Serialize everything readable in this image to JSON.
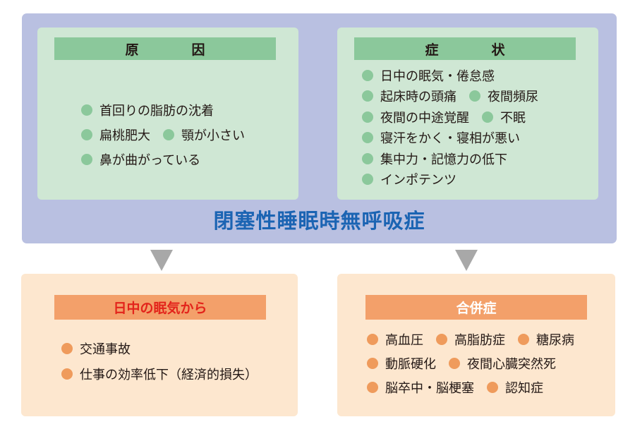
{
  "diagram": {
    "causes": {
      "title": "原　因",
      "rows": [
        [
          "首回りの脂肪の沈着"
        ],
        [
          "扁桃肥大",
          "顎が小さい"
        ],
        [
          "鼻が曲がっている"
        ]
      ]
    },
    "symptoms": {
      "title": "症　状",
      "rows": [
        [
          "日中の眠気・倦怠感"
        ],
        [
          "起床時の頭痛",
          "夜間頻尿"
        ],
        [
          "夜間の中途覚醒",
          "不眠"
        ],
        [
          "寝汗をかく・寝相が悪い"
        ],
        [
          "集中力・記憶力の低下"
        ],
        [
          "インポテンツ"
        ]
      ]
    },
    "main_title": "閉塞性睡眠時無呼吸症",
    "daytime": {
      "title": "日中の眠気から",
      "rows": [
        [
          "交通事故"
        ],
        [
          "仕事の効率低下（経済的損失）"
        ]
      ]
    },
    "complications": {
      "title": "合併症",
      "rows": [
        [
          "高血圧",
          "高脂肪症",
          "糖尿病"
        ],
        [
          "動脈硬化",
          "夜間心臓突然死"
        ],
        [
          "脳卒中・脳梗塞",
          "認知症"
        ]
      ]
    }
  },
  "colors": {
    "panel": "#b9c0e1",
    "green_box": "#cfe7d4",
    "green_accent": "#8bc89b",
    "orange_box": "#fde7cf",
    "orange_accent": "#f3a06a",
    "title_blue": "#1b64b3",
    "red_text": "#e3241b"
  }
}
